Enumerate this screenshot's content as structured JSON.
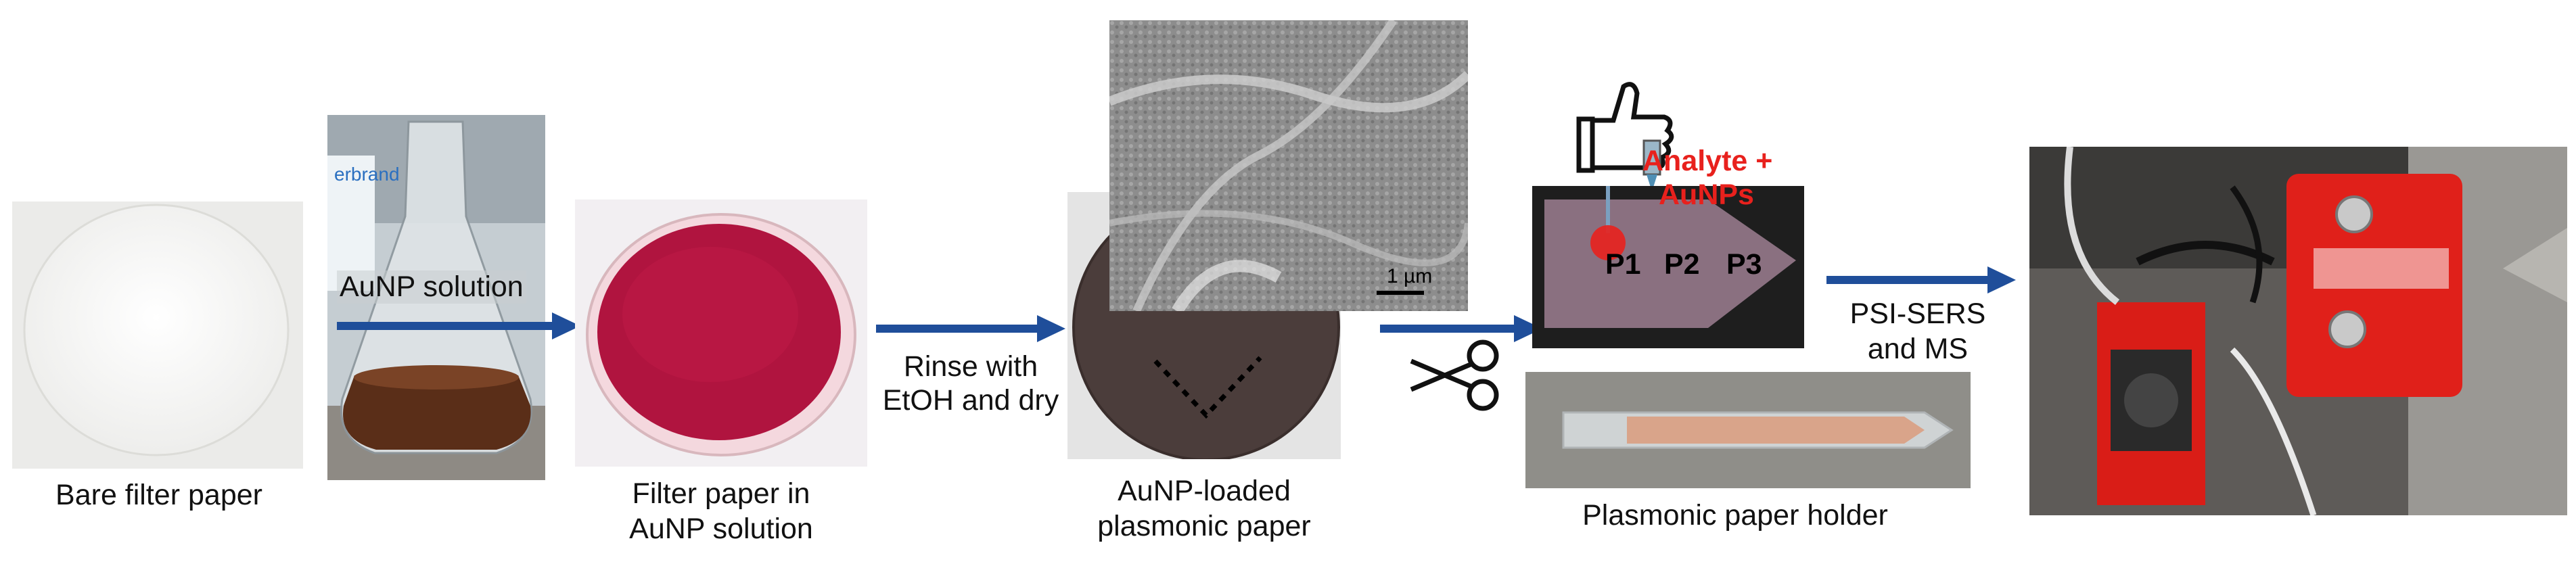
{
  "steps": {
    "bare": {
      "caption": "Bare filter paper"
    },
    "flask": {
      "label": "AuNP solution",
      "bottle_text": "erbrand"
    },
    "dish": {
      "caption_line1": "Filter paper in",
      "caption_line2": "AuNP solution"
    },
    "rinse": {
      "line1": "Rinse with",
      "line2": "EtOH and dry"
    },
    "loaded": {
      "caption_line1": "AuNP-loaded",
      "caption_line2": "plasmonic paper",
      "scale_bar": "1 µm"
    },
    "cut": {
      "analyte_line1": "Analyte +",
      "analyte_line2": "AuNPs",
      "points": [
        "P1",
        "P2",
        "P3"
      ],
      "holder_caption": "Plasmonic paper holder"
    },
    "analysis": {
      "line1": "PSI-SERS",
      "line2": "and MS"
    }
  },
  "colors": {
    "arrow": "#1f4e9a",
    "analyte_red": "#e8211d",
    "solution_red": "#b0143f",
    "holder_red": "#e0201a"
  },
  "icons": [
    "thumb-dropper-icon",
    "scissors-icon"
  ]
}
